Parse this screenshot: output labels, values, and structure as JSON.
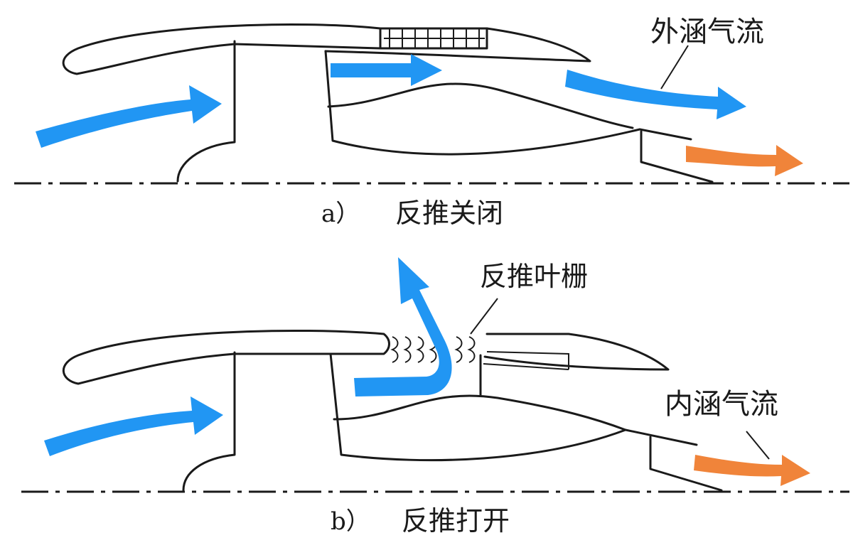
{
  "labels": {
    "bypass_flow": "外涵气流",
    "core_flow": "内涵气流",
    "cascade": "反推叶栅",
    "caption_a_letter": "a）",
    "caption_a_text": "反推关闭",
    "caption_b_letter": "b）",
    "caption_b_text": "反推打开"
  },
  "colors": {
    "bypass_arrow": "#2196f3",
    "core_arrow": "#f0843a",
    "outline": "#1a1a1a",
    "background": "#ffffff"
  }
}
